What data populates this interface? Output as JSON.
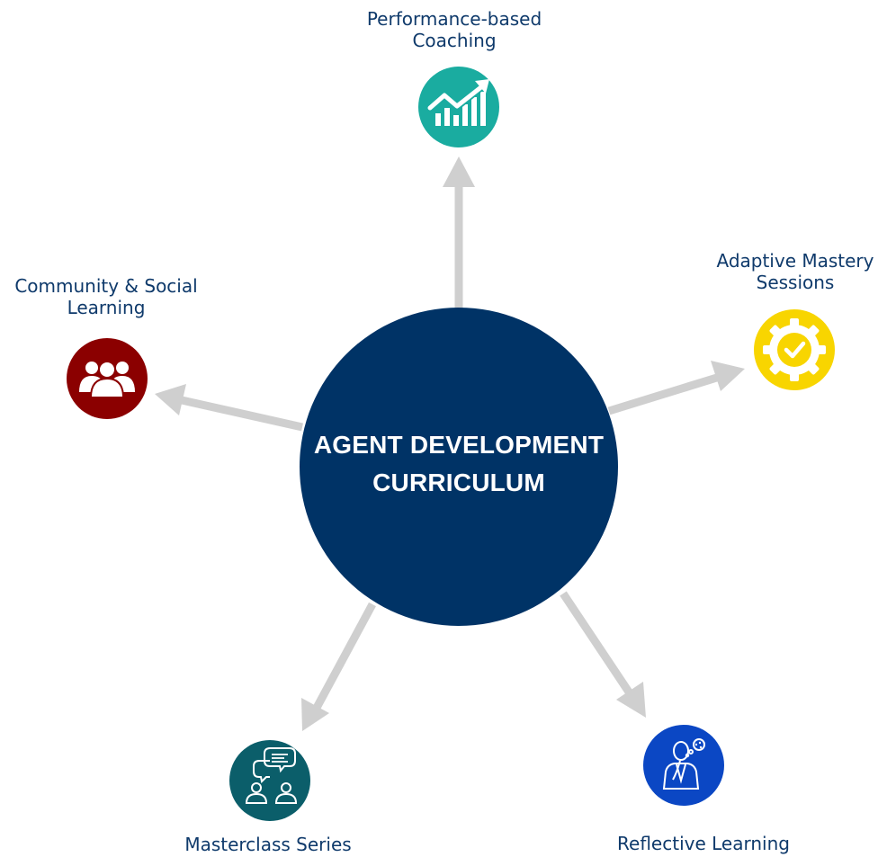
{
  "center": {
    "line1": "AGENT DEVELOPMENT",
    "line2": "CURRICULUM",
    "color": "#003366"
  },
  "arrow_color": "#cfcfcf",
  "nodes": [
    {
      "key": "performance",
      "line1": "Performance-based",
      "line2": "Coaching",
      "icon": "growth-chart-icon",
      "color": "#1aaca0"
    },
    {
      "key": "adaptive",
      "line1": "Adaptive Mastery",
      "line2": "Sessions",
      "icon": "gear-check-icon",
      "color": "#f8d500"
    },
    {
      "key": "community",
      "line1": "Community & Social",
      "line2": "Learning",
      "icon": "people-group-icon",
      "color": "#8b0000"
    },
    {
      "key": "masterclass",
      "line1": "Masterclass Series",
      "icon": "people-conversation-icon",
      "color": "#0b5e6a"
    },
    {
      "key": "reflective",
      "line1": "Reflective Learning",
      "icon": "thinking-person-icon",
      "color": "#0b47c4"
    }
  ]
}
